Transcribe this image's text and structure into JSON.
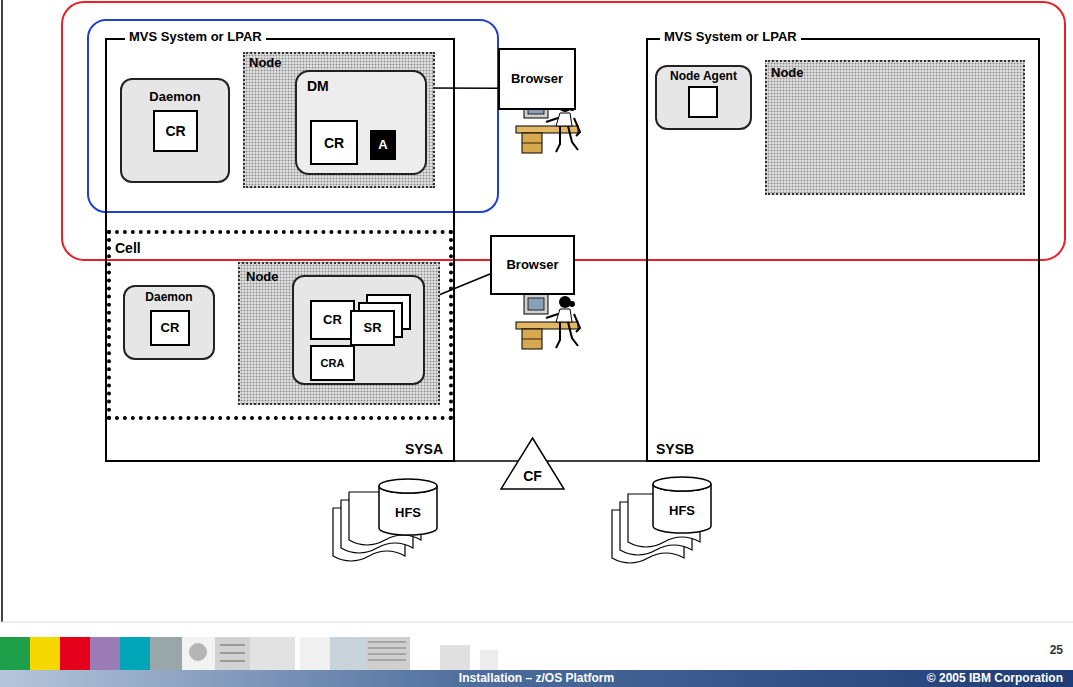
{
  "diagram": {
    "nodes": [
      {
        "text": [
          "MVS System or LPAR",
          "SYSA"
        ]
      },
      {
        "text": [
          "Daemon"
        ],
        "in": 0
      },
      {
        "text": [
          "CR"
        ],
        "in": 1
      },
      {
        "text": [
          "Node"
        ],
        "in": 0
      },
      {
        "text": [
          "DM"
        ],
        "in": 3
      },
      {
        "text": [
          "CR"
        ],
        "in": 4
      },
      {
        "text": [
          "A"
        ],
        "in": 4
      },
      {
        "text": [
          "Browser"
        ]
      },
      {
        "text": [
          "MVS System or LPAR",
          "SYSB"
        ]
      },
      {
        "text": [
          "Node Agent"
        ],
        "in": 8
      },
      {
        "text": [
          "Node"
        ],
        "in": 8
      },
      {
        "text": [
          "Cell"
        ],
        "in": 0
      },
      {
        "text": [
          "Daemon"
        ],
        "in": 11
      },
      {
        "text": [
          "CR"
        ],
        "in": 12
      },
      {
        "text": [
          "Node"
        ],
        "in": 11
      },
      {
        "text": [
          "CR"
        ],
        "in": 14
      },
      {
        "text": [
          "SR"
        ],
        "in": 14
      },
      {
        "text": [
          "CRA"
        ],
        "in": 14
      },
      {
        "text": [
          "Browser"
        ]
      },
      {
        "text": [
          "CF"
        ]
      },
      {
        "text": [
          "HFS"
        ]
      },
      {
        "text": [
          "HFS"
        ]
      }
    ],
    "edges": [
      {
        "from": 4,
        "to": 7,
        "arrow": "none"
      },
      {
        "from": 16,
        "to": 18,
        "arrow": "none"
      },
      {
        "from": 0,
        "to": 19,
        "arrow": "none"
      },
      {
        "from": 19,
        "to": 8,
        "arrow": "none"
      }
    ],
    "labels": [
      "25",
      "Installation – z/OS Platform",
      "© 2005 IBM Corporation"
    ]
  }
}
